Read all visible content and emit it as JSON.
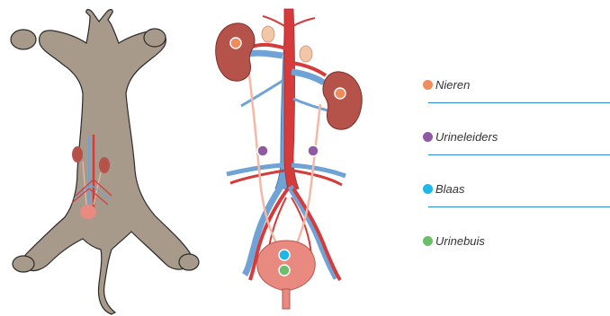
{
  "legend": {
    "items": [
      {
        "label": "Nieren",
        "color": "#f08b5b"
      },
      {
        "label": "Urineleiders",
        "color": "#8e5aa3"
      },
      {
        "label": "Blaas",
        "color": "#1fb6e8"
      },
      {
        "label": "Urinebuis",
        "color": "#6cbf6a"
      }
    ],
    "rule_color": "#2a8fc9"
  },
  "colors": {
    "dog_fill": "#a89a8a",
    "dog_outline": "#2a2a2a",
    "artery": "#d63b3b",
    "vein": "#6fa3d6",
    "kidney": "#b5524a",
    "bladder": "#e88a80",
    "ureter": "#f3b8a6"
  }
}
